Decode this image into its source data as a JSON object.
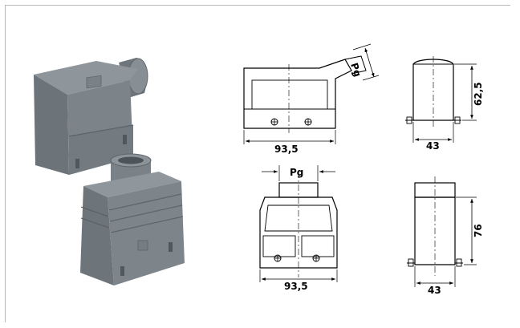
{
  "colors": {
    "housing_light": "#8a9298",
    "housing_mid": "#737b81",
    "housing_dark": "#5b6268",
    "line": "#000000"
  },
  "drawings": {
    "side_entry_front": {
      "width_label": "93,5",
      "thread_label": "Pg"
    },
    "side_entry_side": {
      "height_label": "62,5",
      "depth_label": "43"
    },
    "top_entry_front": {
      "width_label": "93,5",
      "thread_label": "Pg"
    },
    "top_entry_side": {
      "height_label": "76",
      "depth_label": "43"
    }
  }
}
